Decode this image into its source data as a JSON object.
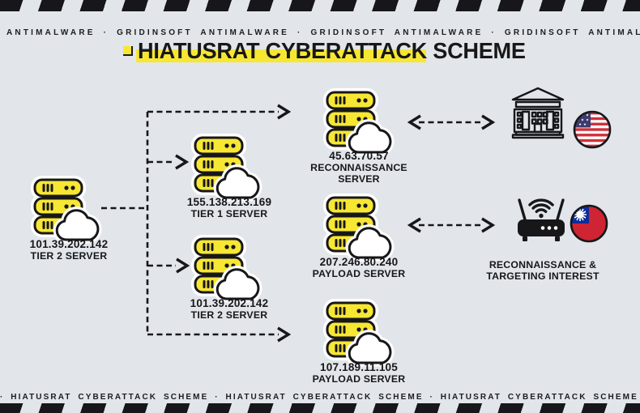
{
  "banners": {
    "top_text": "ANTIMALWARE · GRIDINSOFT ANTIMALWARE · GRIDINSOFT ANTIMALWARE · GRIDINSOFT ANTIMALWARE",
    "bottom_text": "· HIATUSRAT CYBERATTACK SCHEME · HIATUSRAT CYBERATTACK SCHEME · HIATUSRAT CYBERATTACK SCHEME ·"
  },
  "title": "HIATUSRAT CYBERATTACK SCHEME",
  "nodes": {
    "tier2_left": {
      "ip": "101.39.202.142",
      "role": "TIER 2 SERVER"
    },
    "tier1": {
      "ip": "155.138.213.169",
      "role": "TIER 1 SERVER"
    },
    "tier2_mid": {
      "ip": "101.39.202.142",
      "role": "TIER 2 SERVER"
    },
    "recon": {
      "ip": "45.63.70.57",
      "role_line1": "RECONNAISSANCE",
      "role_line2": "SERVER"
    },
    "payload_1": {
      "ip": "207.246.80.240",
      "role": "PAYLOAD SERVER"
    },
    "payload_2": {
      "ip": "107.189.11.105",
      "role": "PAYLOAD SERVER"
    }
  },
  "targets": {
    "caption_line1": "RECONNAISSANCE &",
    "caption_line2": "TARGETING INTEREST",
    "icons": [
      "bank-building",
      "usa-flag",
      "wifi-router",
      "taiwan-flag"
    ]
  },
  "colors": {
    "background": "#e2e6ea",
    "accent_yellow": "#f7e733",
    "ink": "#17171a",
    "usa_blue": "#3c3b6e",
    "usa_red": "#d0303a",
    "taiwan_blue": "#0c2d9b",
    "taiwan_red": "#cf2433"
  }
}
